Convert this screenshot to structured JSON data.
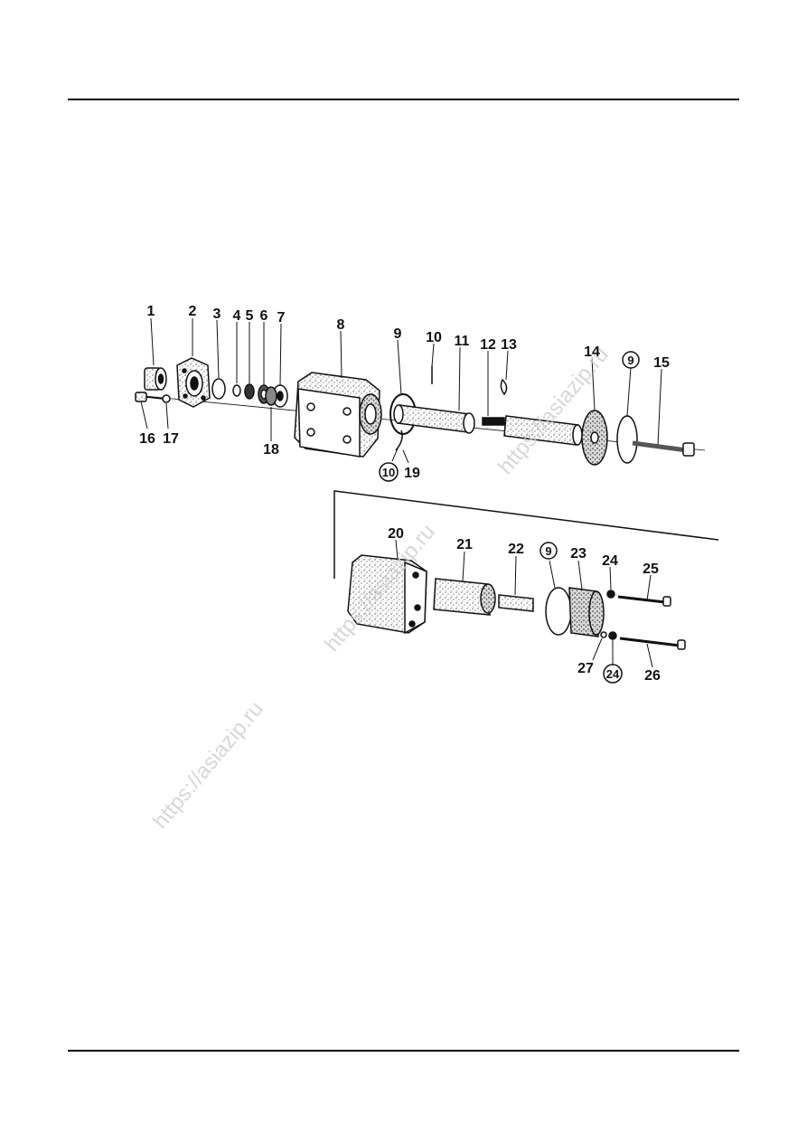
{
  "watermarks": [
    "https://asiazip.ru",
    "https://asiazip.ru",
    "https://asiazip.ru"
  ],
  "callouts_top": [
    "1",
    "2",
    "3",
    "4",
    "5",
    "6",
    "7",
    "8",
    "9",
    "10",
    "11",
    "12",
    "13",
    "14",
    "9",
    "15",
    "16",
    "17",
    "18",
    "10",
    "19"
  ],
  "callouts_bottom": [
    "20",
    "21",
    "22",
    "9",
    "23",
    "24",
    "25",
    "27",
    "24",
    "26"
  ],
  "circled_refs": [
    "9",
    "10",
    "9",
    "24"
  ],
  "colors": {
    "ink": "#111111",
    "rule": "#000000",
    "watermark": "#c9c9c9",
    "paper": "#ffffff"
  }
}
